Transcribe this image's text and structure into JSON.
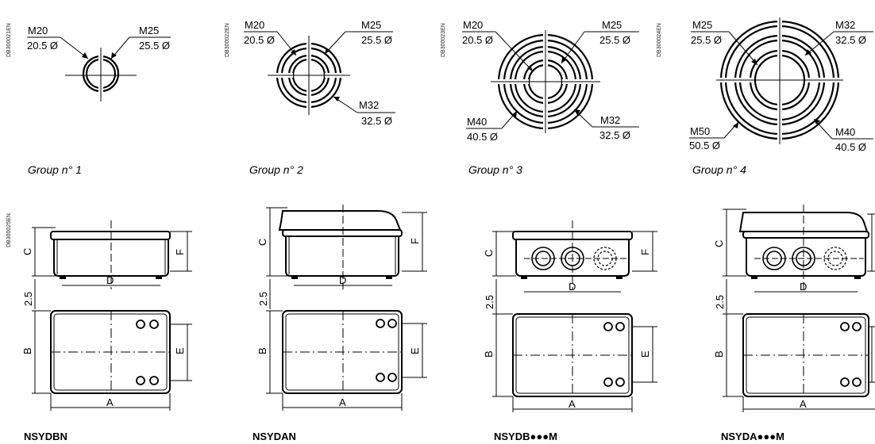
{
  "colors": {
    "ink": "#000000",
    "background": "#ffffff"
  },
  "groups": [
    {
      "code": "DB300021EN",
      "caption": "Group n° 1",
      "labels": [
        {
          "name": "M20",
          "dia": "20.5 Ø"
        },
        {
          "name": "M25",
          "dia": "25.5 Ø"
        }
      ]
    },
    {
      "code": "DB300022EN",
      "caption": "Group n° 2",
      "labels": [
        {
          "name": "M20",
          "dia": "20.5 Ø"
        },
        {
          "name": "M25",
          "dia": "25.5 Ø"
        },
        {
          "name": "M32",
          "dia": "32.5 Ø"
        }
      ]
    },
    {
      "code": "DB300023EN",
      "caption": "Group n° 3",
      "labels": [
        {
          "name": "M20",
          "dia": "20.5 Ø"
        },
        {
          "name": "M25",
          "dia": "25.5 Ø"
        },
        {
          "name": "M40",
          "dia": "40.5 Ø"
        },
        {
          "name": "M32",
          "dia": "32.5 Ø"
        }
      ]
    },
    {
      "code": "DB300024EN",
      "caption": "Group n° 4",
      "labels": [
        {
          "name": "M25",
          "dia": "25.5 Ø"
        },
        {
          "name": "M32",
          "dia": "32.5 Ø"
        },
        {
          "name": "M50",
          "dia": "50.5 Ø"
        },
        {
          "name": "M40",
          "dia": "40.5 Ø"
        }
      ]
    }
  ],
  "boxes_code": "DB300025EN",
  "dimension_letters": {
    "a": "A",
    "b": "B",
    "c": "C",
    "d": "D",
    "e": "E",
    "f": "F",
    "gap": "2.5"
  },
  "models": [
    "NSYDBN",
    "NSYDAN",
    "NSYDB●●●M",
    "NSYDA●●●M"
  ]
}
